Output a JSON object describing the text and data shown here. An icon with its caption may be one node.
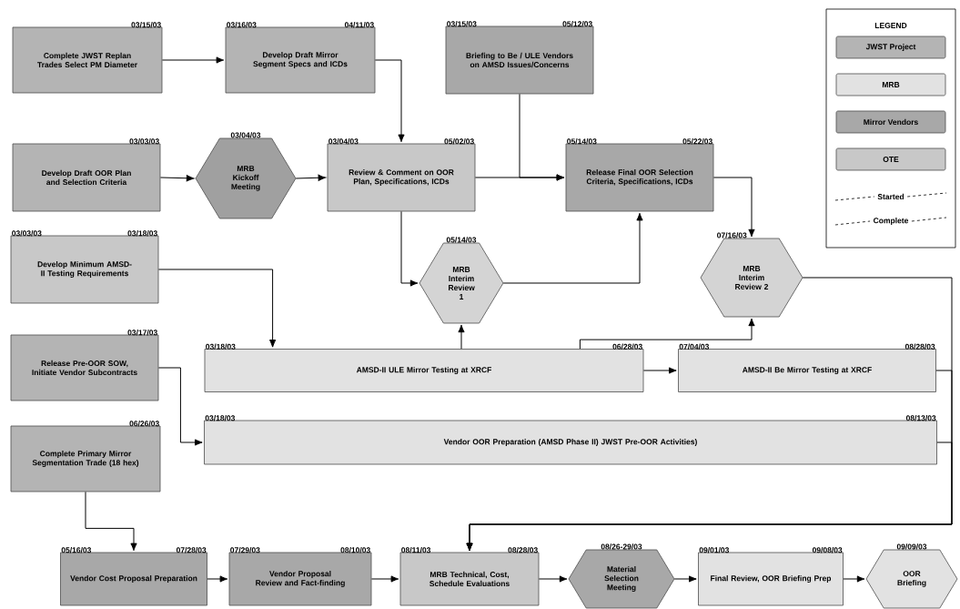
{
  "diagram": {
    "nodes": [
      {
        "text": [
          "Complete JWST Replan Trades Select PM Diameter"
        ],
        "beside": [
          "03/15/03"
        ]
      },
      {
        "text": [
          "Develop Draft Mirror Segment Specs and ICDs"
        ],
        "beside": [
          "03/16/03",
          "04/11/03"
        ]
      },
      {
        "text": [
          "Briefing to Be / ULE Vendors on AMSD Issues/Concerns"
        ],
        "beside": [
          "03/15/03",
          "05/12/03"
        ]
      },
      {
        "text": [
          "Develop Draft OOR Plan and Selection Criteria"
        ],
        "beside": [
          "03/03/03"
        ]
      },
      {
        "text": [
          "MRB Kickoff Meeting"
        ],
        "beside": [
          "03/04/03"
        ]
      },
      {
        "text": [
          "Review & Comment on OOR Plan, Specifications, ICDs"
        ],
        "beside": [
          "03/04/03",
          "05/02/03"
        ]
      },
      {
        "text": [
          "Release Final OOR Selection Criteria, Specifications, ICDs"
        ],
        "beside": [
          "05/14/03",
          "05/22/03"
        ]
      },
      {
        "text": [
          "Develop Minimum AMSD-II Testing Requirements"
        ],
        "beside": [
          "03/03/03",
          "03/18/03"
        ]
      },
      {
        "text": [
          "MRB Interim Review 1"
        ],
        "beside": [
          "05/14/03"
        ]
      },
      {
        "text": [
          "MRB Interim Review 2"
        ],
        "beside": [
          "07/16/03"
        ]
      },
      {
        "text": [
          "Release Pre-OOR SOW, Initiate Vendor Subcontracts"
        ],
        "beside": [
          "03/17/03"
        ]
      },
      {
        "text": [
          "AMSD-II ULE Mirror Testing at XRCF"
        ],
        "beside": [
          "03/18/03",
          "06/28/03"
        ]
      },
      {
        "text": [
          "AMSD-II Be Mirror Testing at XRCF"
        ],
        "beside": [
          "07/04/03",
          "08/28/03"
        ]
      },
      {
        "text": [
          "Complete Primary Mirror Segmentation Trade (18 hex)"
        ],
        "beside": [
          "06/26/03"
        ]
      },
      {
        "text": [
          "Vendor OOR Preparation (AMSD Phase II) JWST Pre-OOR Activities)"
        ],
        "beside": [
          "03/18/03",
          "08/13/03"
        ]
      },
      {
        "text": [
          "Vendor Cost Proposal Preparation"
        ],
        "beside": [
          "05/16/03",
          "07/28/03"
        ]
      },
      {
        "text": [
          "Vendor Proposal Review and Fact-finding"
        ],
        "beside": [
          "07/29/03",
          "08/10/03"
        ]
      },
      {
        "text": [
          "MRB Technical, Cost, Schedule Evaluations"
        ],
        "beside": [
          "08/11/03",
          "08/28/03"
        ]
      },
      {
        "text": [
          "Material Selection Meeting"
        ],
        "beside": [
          "08/26-29/03"
        ]
      },
      {
        "text": [
          "Final Review, OOR Briefing Prep"
        ],
        "beside": [
          "09/01/03",
          "09/08/03"
        ]
      },
      {
        "text": [
          "OOR Briefing"
        ],
        "beside": [
          "09/09/03"
        ]
      }
    ],
    "edges": [
      {
        "from": 0,
        "to": 1,
        "arrow": "to"
      },
      {
        "from": 1,
        "to": 5,
        "arrow": "to"
      },
      {
        "from": 2,
        "to": 6,
        "arrow": "to"
      },
      {
        "from": 5,
        "to": 6,
        "arrow": "to"
      },
      {
        "from": 3,
        "to": 4,
        "arrow": "to"
      },
      {
        "from": 4,
        "to": 5,
        "arrow": "to"
      },
      {
        "from": 5,
        "to": 8,
        "arrow": "to"
      },
      {
        "from": 8,
        "to": 6,
        "arrow": "to"
      },
      {
        "from": 6,
        "to": 9,
        "arrow": "to"
      },
      {
        "from": 7,
        "to": 11,
        "arrow": "to"
      },
      {
        "from": 10,
        "to": 14,
        "arrow": "to"
      },
      {
        "from": 11,
        "to": 12,
        "arrow": "to"
      },
      {
        "from": 11,
        "to": 8,
        "arrow": "to"
      },
      {
        "from": 11,
        "to": 9,
        "arrow": "to"
      },
      {
        "from": 13,
        "to": 15,
        "arrow": "to"
      },
      {
        "from": 15,
        "to": 16,
        "arrow": "to"
      },
      {
        "from": 16,
        "to": 17,
        "arrow": "to"
      },
      {
        "from": 17,
        "to": 18,
        "arrow": "to"
      },
      {
        "from": 18,
        "to": 19,
        "arrow": "to"
      },
      {
        "from": 19,
        "to": 20,
        "arrow": "to"
      },
      {
        "from": 9,
        "to": 17,
        "arrow": "to"
      },
      {
        "from": 12,
        "to": 17,
        "arrow": "to"
      },
      {
        "from": 14,
        "to": 17,
        "arrow": "to"
      }
    ],
    "labels": [
      "LEGEND"
    ],
    "legend": [
      {
        "text": "JWST Project",
        "color": "#b4b4b4"
      },
      {
        "text": "MRB",
        "color": "#e2e2e2"
      },
      {
        "text": "Mirror Vendors",
        "color": "#a8a8a8"
      },
      {
        "text": "OTE",
        "color": "#c8c8c8"
      },
      {
        "text": "Started"
      },
      {
        "text": "Complete"
      }
    ]
  }
}
